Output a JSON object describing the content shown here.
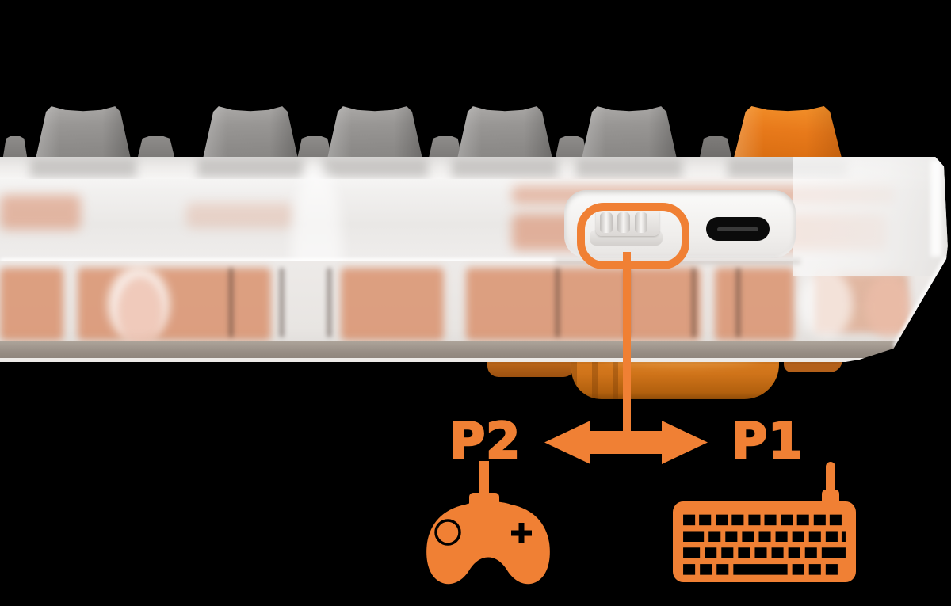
{
  "illustration": {
    "type": "annotated-product-render",
    "subject": "mechanical keyboard side profile with frosted translucent case",
    "labels": {
      "left": "P2",
      "right": "P1"
    },
    "icons": {
      "left": "gamepad-icon",
      "right": "keyboard-icon",
      "connector": "double-headed-arrow-icon",
      "callout": "mode-switch-highlight-ring"
    },
    "colors": {
      "background": "#000000",
      "annotation_orange": "#F08034",
      "keycap_orange": "#E87A1B",
      "keycap_gray": "#929090",
      "case_frost": "#EFEDEC",
      "inner_salmon": "#DC8A68",
      "foot_orange": "#D47A1F",
      "usb_port_black": "#0B0B0B"
    },
    "hardware": {
      "mode_switch": "3-position slider",
      "port": "USB-C"
    }
  }
}
